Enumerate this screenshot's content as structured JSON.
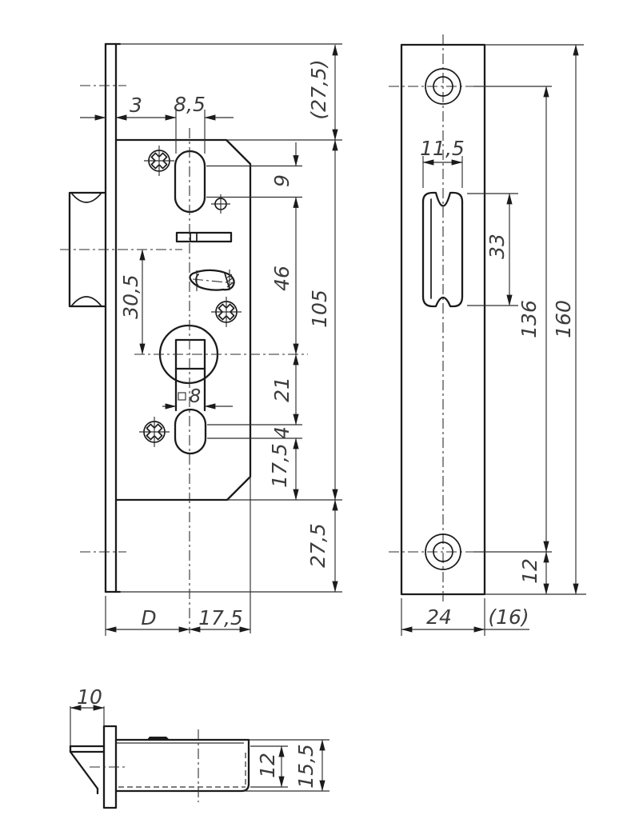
{
  "meta": {
    "drawing_type": "technical dimension drawing",
    "subject": "mortise roller-latch lock: case front view, faceplate view, latch top view",
    "colors": {
      "ink": "#1b1b1b",
      "background": "#ffffff"
    }
  },
  "front_view": {
    "labels": {
      "plate_thickness": "3",
      "slot_width": "8,5",
      "top_overhang": "(27,5)",
      "slot_height": "9",
      "slot_to_follower": "46",
      "case_height": "105",
      "roller_to_follower": "30,5",
      "follower_to_slot2": "21",
      "spindle_square": "8",
      "slot2_height": "4",
      "slot2_to_bottom": "17,5",
      "bottom_overhang": "27,5",
      "backset": "D",
      "axis_to_back": "17,5"
    }
  },
  "plate_view": {
    "labels": {
      "cutout_width": "11,5",
      "cutout_height": "33",
      "screw_spacing": "136",
      "plate_length": "160",
      "screw_to_end": "12",
      "plate_width": "24",
      "ref_width": "(16)"
    }
  },
  "latch_view": {
    "labels": {
      "projection": "10",
      "latch_diameter": "12",
      "case_height": "15,5"
    }
  }
}
